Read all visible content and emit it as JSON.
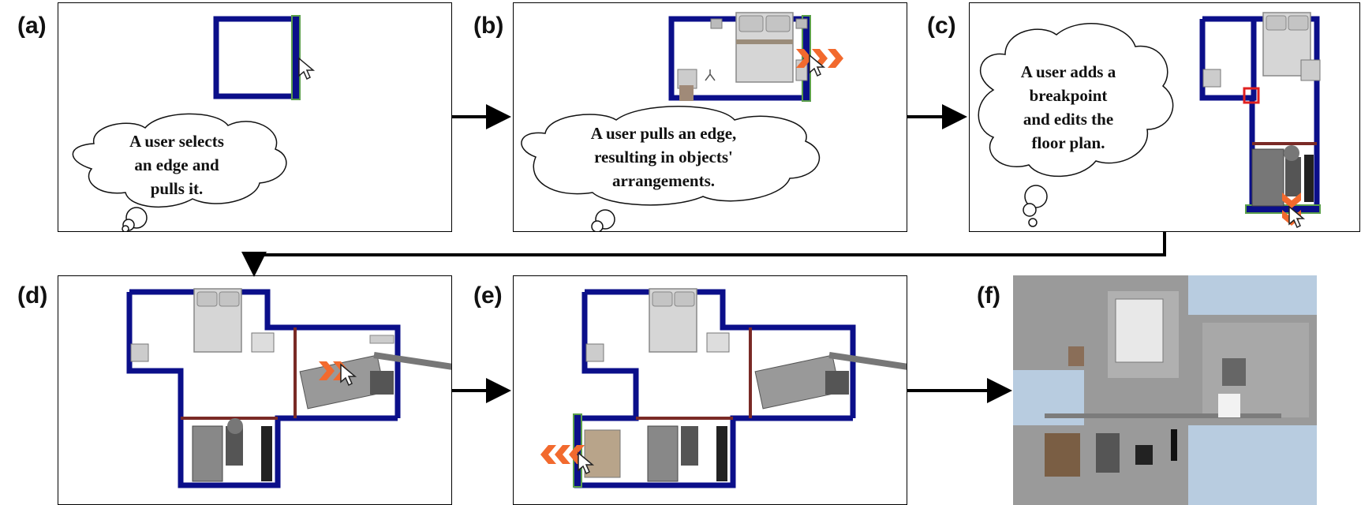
{
  "labels": {
    "a": "(a)",
    "b": "(b)",
    "c": "(c)",
    "d": "(d)",
    "e": "(e)",
    "f": "(f)"
  },
  "bubbles": {
    "a": [
      "A user selects",
      "an edge and",
      "pulls it."
    ],
    "b": [
      "A user pulls an edge,",
      "resulting in objects'",
      "arrangements."
    ],
    "c": [
      "A user adds a",
      "breakpoint",
      "and edits the",
      "floor plan."
    ]
  },
  "colors": {
    "wall": "#0b0f8a",
    "wall_selected": "#5a9e4a",
    "interior_wall": "#7a2a26",
    "drag_arrow": "#f26a2e",
    "breakpoint_box": "#e02020",
    "render_floor": "#9a9a9a",
    "render_sky": "#b8cce0"
  },
  "icons": [
    "cursor-icon",
    "drag-arrows-icon",
    "thought-bubble-icon",
    "flow-arrow-icon"
  ]
}
